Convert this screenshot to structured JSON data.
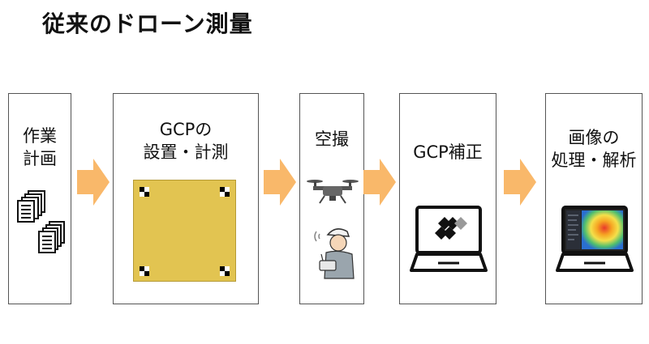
{
  "title": "従来のドローン測量",
  "steps": [
    {
      "label": "作業\n計画"
    },
    {
      "label": "GCPの\n設置・計測"
    },
    {
      "label": "空撮"
    },
    {
      "label": "GCP補正"
    },
    {
      "label": "画像の\n処理・解析"
    }
  ],
  "colors": {
    "arrow": "#f9b86a",
    "gcp_panel": "#e2c451",
    "border": "#555555"
  },
  "icons": [
    "documents-icon",
    "gcp-marker-icon",
    "drone-icon",
    "operator-icon",
    "laptop-icon"
  ]
}
